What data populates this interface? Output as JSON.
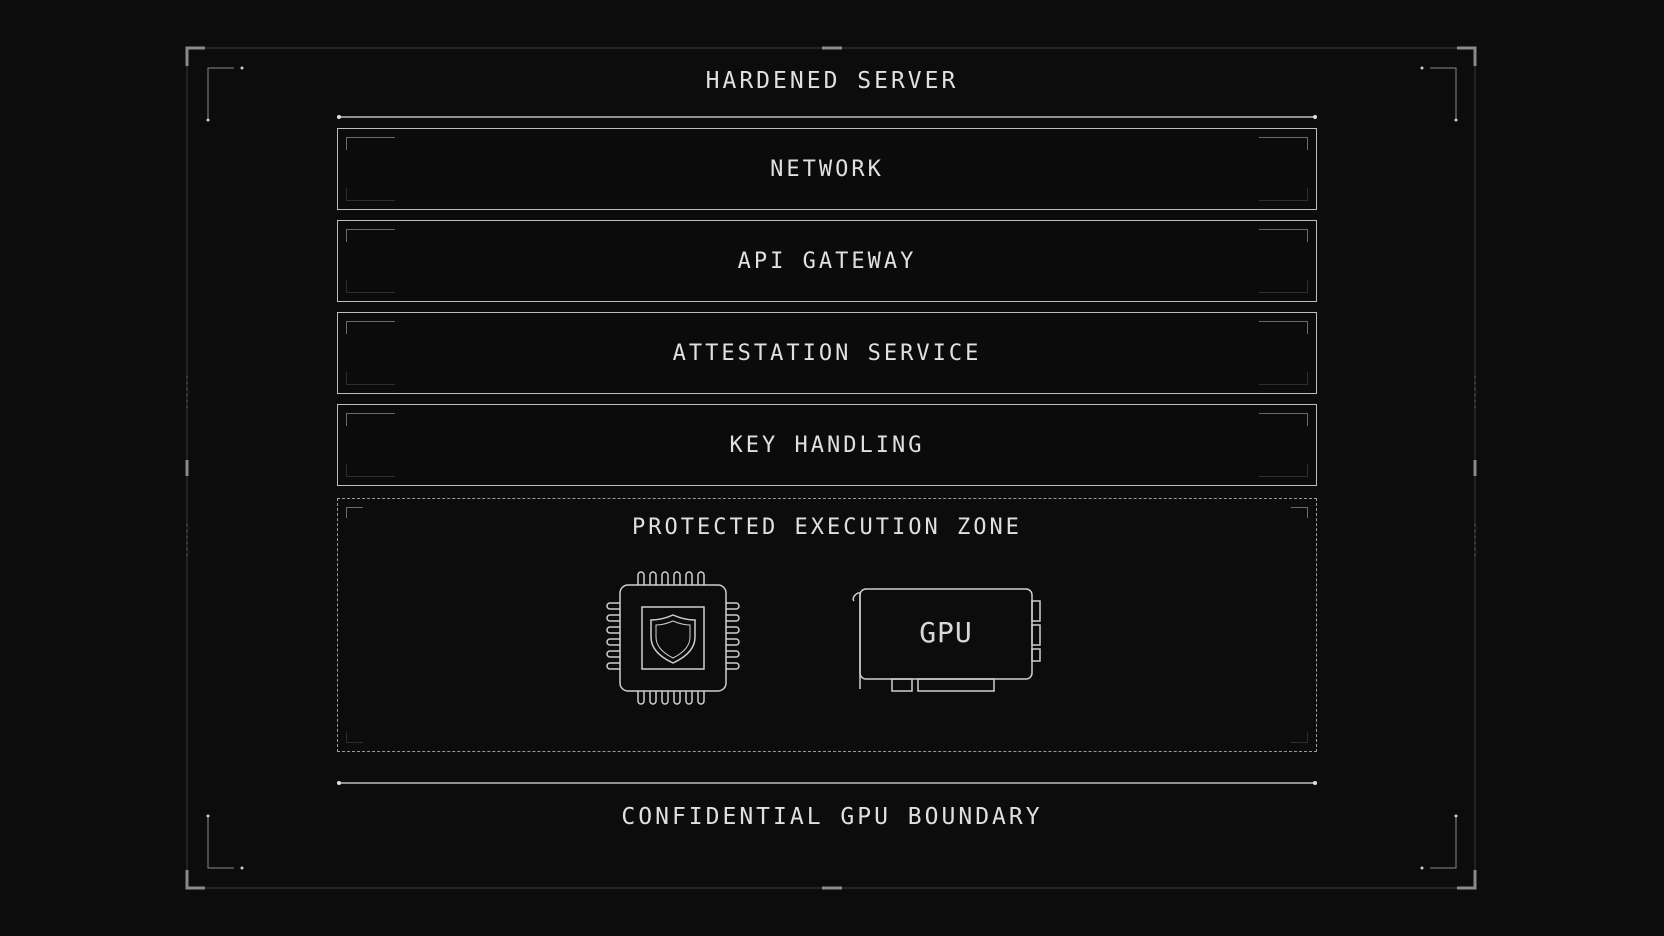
{
  "diagram": {
    "outer_title": "HARDENED SERVER",
    "layers": [
      {
        "label": "NETWORK"
      },
      {
        "label": "API GATEWAY"
      },
      {
        "label": "ATTESTATION SERVICE"
      },
      {
        "label": "KEY HANDLING"
      }
    ],
    "zone": {
      "label": "PROTECTED EXECUTION ZONE",
      "components": [
        {
          "icon": "shield-chip-icon"
        },
        {
          "icon": "gpu-card-icon",
          "label": "GPU"
        }
      ]
    },
    "footer_label": "CONFIDENTIAL GPU BOUNDARY"
  },
  "colors": {
    "background": "#0c0c0c",
    "line": "#bdbdbd",
    "text": "#e0e0e0"
  }
}
